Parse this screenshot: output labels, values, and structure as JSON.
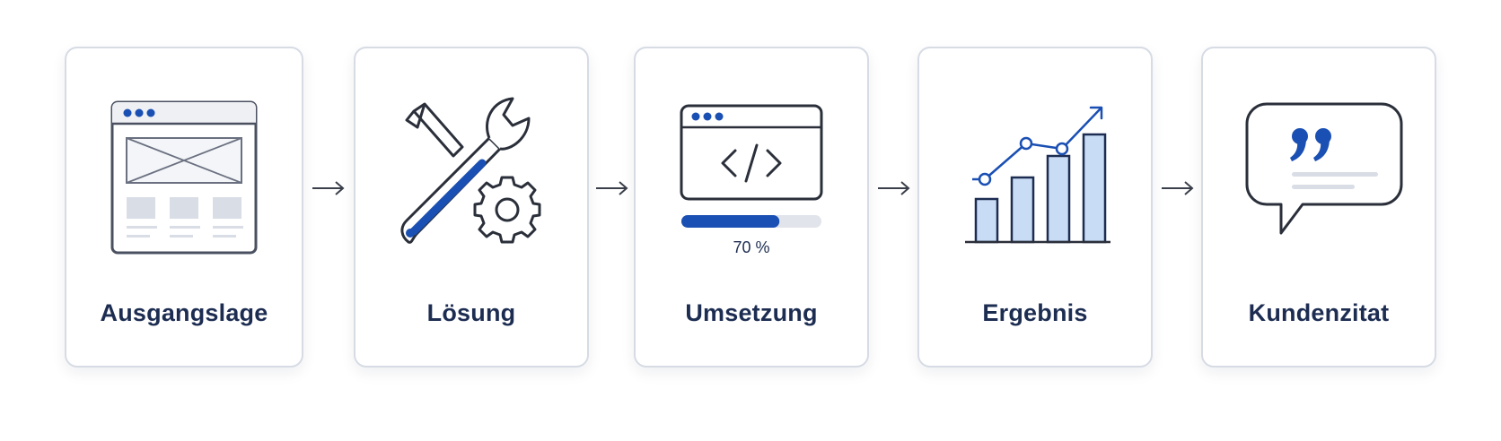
{
  "steps": [
    {
      "label": "Ausgangslage",
      "icon": "wireframe-browser-icon"
    },
    {
      "label": "Lösung",
      "icon": "tools-gear-icon"
    },
    {
      "label": "Umsetzung",
      "icon": "code-window-icon",
      "progress": {
        "value": 70,
        "text": "70 %"
      }
    },
    {
      "label": "Ergebnis",
      "icon": "growth-chart-icon",
      "chart_data": {
        "type": "bar",
        "values": [
          2,
          3,
          4,
          5
        ]
      }
    },
    {
      "label": "Kundenzitat",
      "icon": "quote-bubble-icon"
    }
  ],
  "colors": {
    "accent": "#1a4fb3",
    "ink": "#1d2d52",
    "outline": "#4a5060",
    "light_fill": "#c9dcf5",
    "card_border": "#d6dbe4",
    "placeholder": "#d9dde5"
  }
}
